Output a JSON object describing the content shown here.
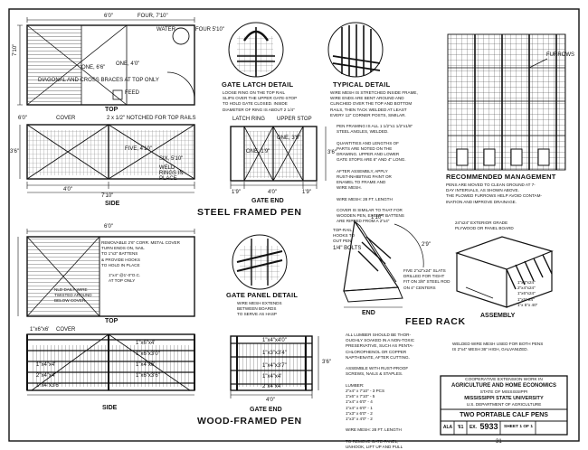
{
  "steel_pen": {
    "title": "STEEL FRAMED PEN",
    "top_label": "TOP",
    "side_label": "SIDE",
    "gate_end_label": "GATE END",
    "dims": {
      "top_width": "6'0\"",
      "top_length": "7'10\"",
      "four": "FOUR, 7'10\"",
      "four_5": "FOUR 5'10\"",
      "water": "WATER",
      "one_66": "ONE, 6'6\"",
      "one_40": "ONE, 4'0\"",
      "diag": "DIAGONAL AND CROSS BRACES AT TOP ONLY",
      "feed": "FEED",
      "cover": "COVER",
      "notched": "2 x 1/2\" NOTCHED FOR TOP RAILS",
      "five": "FIVE, 4'10\"",
      "six": "SIX, 5'10\"",
      "weld": "WELD RINGS IN PLACE",
      "side_h": "3'6\"",
      "side_w1": "4'0\"",
      "side_w2": "7'10\"",
      "latch_ring": "LATCH RING",
      "upper_stop": "UPPER STOP",
      "one_a": "ONE, 3'9\"",
      "one_b": "ONE, 1'9\"",
      "gate_w1": "1'9\"",
      "gate_w2": "4'0\"",
      "gate_w3": "1'9\"",
      "gate_h": "3'6\""
    }
  },
  "gate_latch": {
    "title": "GATE LATCH DETAIL",
    "text": "LOOSE RING ON THE TOP RAIL\nSLIPS OVER THE UPPER GATE-STOP\nTO HOLD GATE CLOSED. INSIDE\nDIAMETER OF RING IS ABOUT 2 1/4\""
  },
  "typical": {
    "title": "TYPICAL DETAIL",
    "text": "WIRE MESH IS STRETCHED INSIDE FRAME,\nWIRE ENDS ARE BENT AROUND AND\nCLINCHED OVER THE TOP AND BOTTOM\nRAILS, THEN TACK WELDED AT LEAST\nEVERY 12\" CORNER POSTS, SIMILAR."
  },
  "framing": {
    "text": "PEN FRAMING IS ALL 1 1/2\"x1 1/2\"x1/8\"\nSTEEL ANGLES, WELDED.\n\nQUANTITIES AND LENGTHS OF\nPARTS ARE NOTED ON THE\nDRAWING. UPPER AND LOWER\nGATE STOPS ARE 6\" AND 4\" LONG.\n\nAFTER ASSEMBLY, APPLY\nRUST-INHIBITING PAINT OR\nENAMEL TO FRAME AND\nWIRE MESH.\n\nWIRE MESH: 28 FT. LENGTH\n\nCOVER IS SIMILAR TO THAT FOR\nWOODEN PEN, EXCEPT BATTENS\nARE RIPPED FROM A 2\"x4\""
  },
  "management": {
    "title": "RECOMMENDED MANAGEMENT",
    "furrows": "FURROWS",
    "text": "PENS ARE MOVED TO CLEAN GROUND AT 7-\nDAY INTERVALS, AS SHOWN ABOVE.\nTHE PLOWED FURROWS HELP AVOID CONTAM-\nINATION AND IMPROVE DRAINAGE."
  },
  "wood_pen": {
    "title": "WOOD-FRAMED PEN",
    "top_label": "TOP",
    "side_label": "SIDE",
    "gate_end_label": "GATE END",
    "dims": {
      "top_width": "6'0\"",
      "cover_note": "REMOVABLE 2'6\" CORR. METAL COVER\nTURN ENDS ON, NAIL\nTO 1\"x3\" BATTENS\n& PROVIDE HOOKS\nTO HOLD IN PLACE",
      "at_top": "1\"x4\" @1'-0\"O.C.\nAT TOP ONLY",
      "nail_note": "NLD DAILY WIRE\nTWISTED AROUND\nBELOW COVER",
      "cover": "COVER",
      "w1": "1\"x6\"x6'",
      "w2": "1\"x6\"x4'",
      "w3": "1\"x6\"x3'0\"",
      "w4": "1\"x4\"x6'",
      "w5": "1\"x6\"x3'6\"",
      "w6": "1\"x4\"x4'",
      "w7": "2\"x4\"x4'",
      "w8": "1\"x4\"x3'6\"",
      "g1": "1\"x4\"x4'0\"",
      "g2": "1\"x3\"x3'4\"",
      "g3": "1\"x4\"x3'7\"",
      "g4": "1\"x4\"x4'",
      "g5": "2\"x4\"x4'",
      "gate_h": "3'6\"",
      "gate_w": "4'0\""
    }
  },
  "gate_panel": {
    "title": "GATE PANEL DETAIL",
    "text": "WIRE MESH EXTENDS\nBETWEEN BOARDS\nTO SERVE AS HASP"
  },
  "lumber": {
    "text": "ALL LUMBER SHOULD BE THOR-\nOUGHLY SOAKED IN A NON-TOXIC\nPRESERVATIVE, SUCH AS PENTA-\nCHLOROPHENOL OR COPPER\nNAPTHENATE, AFTER CUTTING.\n\nASSEMBLE WITH RUST-PROOF\nSCREWS, NAILS & STAPLES.\n\nLUMBER:\n  2\"x4\" x 7'10\" - 3 PCS\n  1\"x6\" x 7'10\" - 5\n  1\"x4\" x 6'0\" - 4\n  1\"x4\" x 6'0\" - 1\n  1\"x3\" x 6'0\" - 2\n  1\"x3\" x 4'0\" - 2\n\nWIRE MESH: 28 FT. LENGTH\n\nTO REMOVE GATE-PANEL,\nUNHOOK, LIFT UP AND PULL\nOUT AT THE LOWER EDGE."
  },
  "feed_rack": {
    "title": "FEED RACK",
    "end_label": "END",
    "assembly_label": "ASSEMBLY",
    "top_rail": "TOP-RAIL\nHOOKS TO\nOUT PEN",
    "bolts": "1/4\" BOLTS",
    "dim_a": "1'10\"",
    "dim_b": "2'9\"",
    "slats": "FIVE 2\"x2\"x24\" SLATS\nDRILLED FOR TIGHT\nFIT ON 3/8\" STEEL ROD\nON 4\" CENTERS",
    "plywood": "24\"x24\" EXTERIOR GRADE\nPLYWOOD OR PANEL BOARD",
    "assy_dims": "1\"x4\"x24\"\n2\"x4\"x24\"\n1\"x6\"x24\"\n1\"x5\" 24\"\n1\"x 5\"x 40\""
  },
  "weld_note": "WELDED WIRE MESH USED FOR BOTH PENS\nIS 2\"x4\" MESH 36\" HIGH, GALVANIZED.",
  "title_block": {
    "org1": "COOPERATIVE EXTENSION WORK IN",
    "org2": "AGRICULTURE AND HOME ECONOMICS",
    "org3": "STATE OF MISSISSIPPI",
    "org4": "MISSISSIPPI STATE UNIVERSITY",
    "org5": "U.S. DEPARTMENT OF AGRICULTURE",
    "title": "TWO PORTABLE CALF PENS",
    "ala": "ALA",
    "year": "'61",
    "ex": "EX.",
    "number": "5933",
    "sheet": "SHEET 1 OF 1"
  },
  "page_mark": "31"
}
